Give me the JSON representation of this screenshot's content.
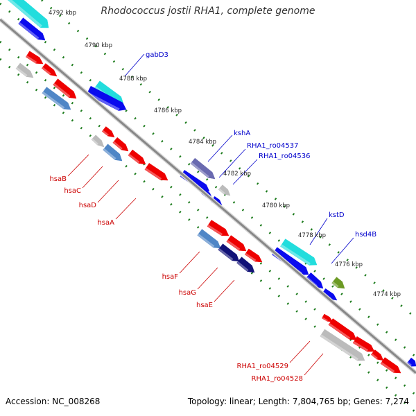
{
  "title": "Rhodococcus jostii RHA1, complete genome",
  "footer": {
    "accession": "Accession: NC_008268",
    "summary": "Topology: linear; Length: 7,804,765 bp; Genes: 7,274"
  },
  "scale_labels": [
    "4792 kbp",
    "4790 kbp",
    "4788 kbp",
    "4786 kbp",
    "4784 kbp",
    "4782 kbp",
    "4780 kbp",
    "4778 kbp",
    "4776 kbp",
    "4774 kbp"
  ],
  "gene_labels": {
    "forward": [
      "gabD3",
      "kshA",
      "RHA1_ro04537",
      "RHA1_ro04536",
      "kstD",
      "hsd4B"
    ],
    "reverse": [
      "hsaB",
      "hsaC",
      "hsaD",
      "hsaA",
      "hsaF",
      "hsaG",
      "hsaE",
      "RHA1_ro04529",
      "RHA1_ro04528"
    ]
  },
  "colors": {
    "forward_label": "#0000cc",
    "reverse_label": "#cc0000",
    "backbone": "#888888",
    "ticks": "#1a7a1a",
    "red": "#ee0000",
    "blue": "#0a0aee",
    "cyan": "#22dddd",
    "steel_blue": "#4f86c6",
    "navy": "#121277",
    "purple": "#6a6ab0",
    "olive": "#6c9a24",
    "grey": "#bbbbbb"
  }
}
